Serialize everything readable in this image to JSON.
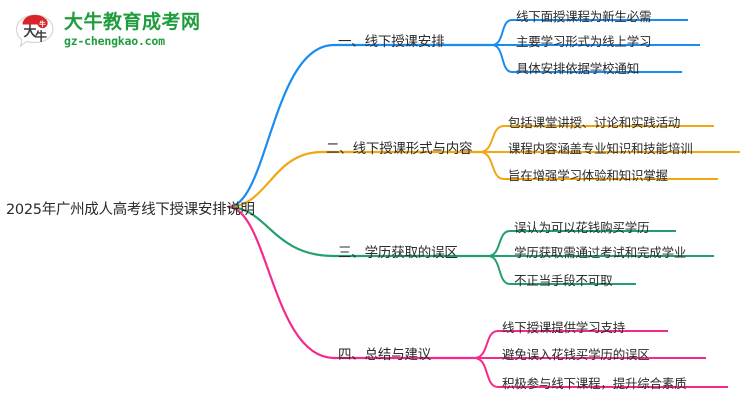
{
  "logo": {
    "mark_icon": "bull-speech-bubble-icon",
    "brand_name": "大牛教育成考网",
    "url": "gz-chengkao.com",
    "brand_color": "#1f9d3d",
    "mark_color": "#d9252a",
    "mark_text": "大牛"
  },
  "mindmap": {
    "root": {
      "label": "2025年广州成人高考线下授课安排说明"
    },
    "branches": [
      {
        "label": "一、线下授课安排",
        "color": "#1a8cf0",
        "leaves": [
          "线下面授课程为新生必需",
          "主要学习形式为线上学习",
          "具体安排依据学校通知"
        ]
      },
      {
        "label": "二、线下授课形式与内容",
        "color": "#f0a712",
        "leaves": [
          "包括课堂讲授、讨论和实践活动",
          "课程内容涵盖专业知识和技能培训",
          "旨在增强学习体验和知识掌握"
        ]
      },
      {
        "label": "三、学历获取的误区",
        "color": "#22a06b",
        "leaves": [
          "误认为可以花钱购买学历",
          "学历获取需通过考试和完成学业",
          "不正当手段不可取"
        ]
      },
      {
        "label": "四、总结与建议",
        "color": "#f5298a",
        "leaves": [
          "线下授课提供学习支持",
          "避免误入花钱买学历的误区",
          "积极参与线下课程，提升综合素质"
        ]
      }
    ]
  }
}
